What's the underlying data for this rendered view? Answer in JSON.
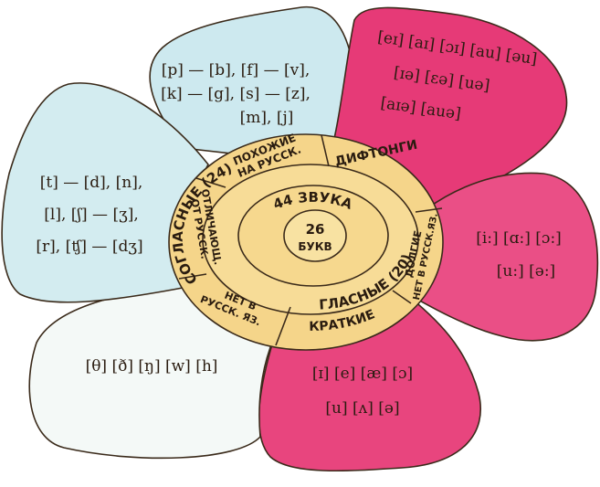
{
  "center": {
    "letters_count": "26",
    "letters_label": "БУКВ",
    "sounds_label": "44 ЗВУКА",
    "consonants_label": "СОГЛАСНЫЕ (24)",
    "vowels_label": "ГЛАСНЫЕ (20)",
    "consonants_similar": [
      "ПОХОЖИЕ",
      "НА РУССК."
    ],
    "consonants_different": [
      "ОТЛИЧАЮЩ.",
      "ОТ РУССК."
    ],
    "consonants_absent": [
      "НЕТ В",
      "РУССК. ЯЗ."
    ],
    "diphthongs": "ДИФТОНГИ",
    "long_vowels": [
      "ДОЛГИЕ",
      "НЕТ В РУССК.ЯЗ."
    ],
    "short_vowels": "КРАТКИЕ"
  },
  "petals": {
    "similar_consonants": [
      "[p] — [b], [f] — [v],",
      "[k] — [g], [s] — [z],",
      "[m], [j]"
    ],
    "different_consonants": [
      "[t] — [d], [n],",
      "[l], [ʃ] — [ʒ],",
      "[r], [ʧ] — [dʒ]"
    ],
    "absent_consonants": [
      "[θ] [ð] [ŋ] [w] [h]"
    ],
    "diphthongs": [
      "[eɪ] [aɪ] [ɔɪ] [au] [əu]",
      "[ɪə] [ɛə] [uə]",
      "[aɪə] [auə]"
    ],
    "long_vowels": [
      "[i:] [ɑ:] [ɔ:]",
      "[u:] [ə:]"
    ],
    "short_vowels": [
      "[ɪ] [e] [æ] [ɔ]",
      "[u] [ʌ] [ə]"
    ]
  },
  "colors": {
    "blue_petal": "#cde9ef",
    "white_petal": "#f4f9f7",
    "pink_petal": "#e63a77",
    "pink_petal_light": "#ea6f9c",
    "center": "#f5d58a",
    "center_inner": "#f8e2a2",
    "outline": "#3a2a1a"
  }
}
